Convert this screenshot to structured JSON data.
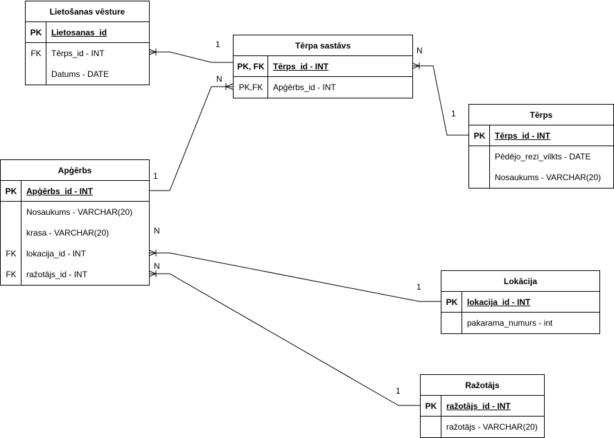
{
  "entities": {
    "lietosanas": {
      "title": "Lietošanas vēsture",
      "rows": [
        {
          "key": "PK",
          "field": "Lietosanas_id"
        },
        {
          "key": "FK",
          "field": "Tērps_id - INT"
        },
        {
          "key": "",
          "field": "Datums - DATE"
        }
      ]
    },
    "sastavs": {
      "title": "Tērpa sastāvs",
      "rows": [
        {
          "key": "PK, FK",
          "field": "Tērps_id - INT"
        },
        {
          "key": "PK,FK",
          "field": "Apģērbs_id - INT"
        }
      ]
    },
    "terps": {
      "title": "Tērps",
      "rows": [
        {
          "key": "PK",
          "field": "Tērps_id - INT"
        },
        {
          "key": "",
          "field": "Pēdējo_rezi_vilkts - DATE"
        },
        {
          "key": "",
          "field": "Nosaukums - VARCHAR(20)"
        }
      ]
    },
    "apgerbs": {
      "title": "Apģērbs",
      "rows": [
        {
          "key": "PK",
          "field": "Apģērbs_id - INT"
        },
        {
          "key": "",
          "field": "Nosaukums - VARCHAR(20)"
        },
        {
          "key": "",
          "field": "krasa -  VARCHAR(20)"
        },
        {
          "key": "FK",
          "field": "lokacija_id - INT"
        },
        {
          "key": "FK",
          "field": "ražotājs_id - INT"
        }
      ]
    },
    "lokacija": {
      "title": "Lokācija",
      "rows": [
        {
          "key": "PK",
          "field": "lokacija_id - INT"
        },
        {
          "key": "",
          "field": "pakarama_numurs - int"
        }
      ]
    },
    "razotajs": {
      "title": "Ražotājs",
      "rows": [
        {
          "key": "PK",
          "field": "ražotājs_id - INT"
        },
        {
          "key": "",
          "field": "ražotājs - VARCHAR(20)"
        }
      ]
    }
  },
  "cardinality": {
    "one": "1",
    "many": "N"
  }
}
